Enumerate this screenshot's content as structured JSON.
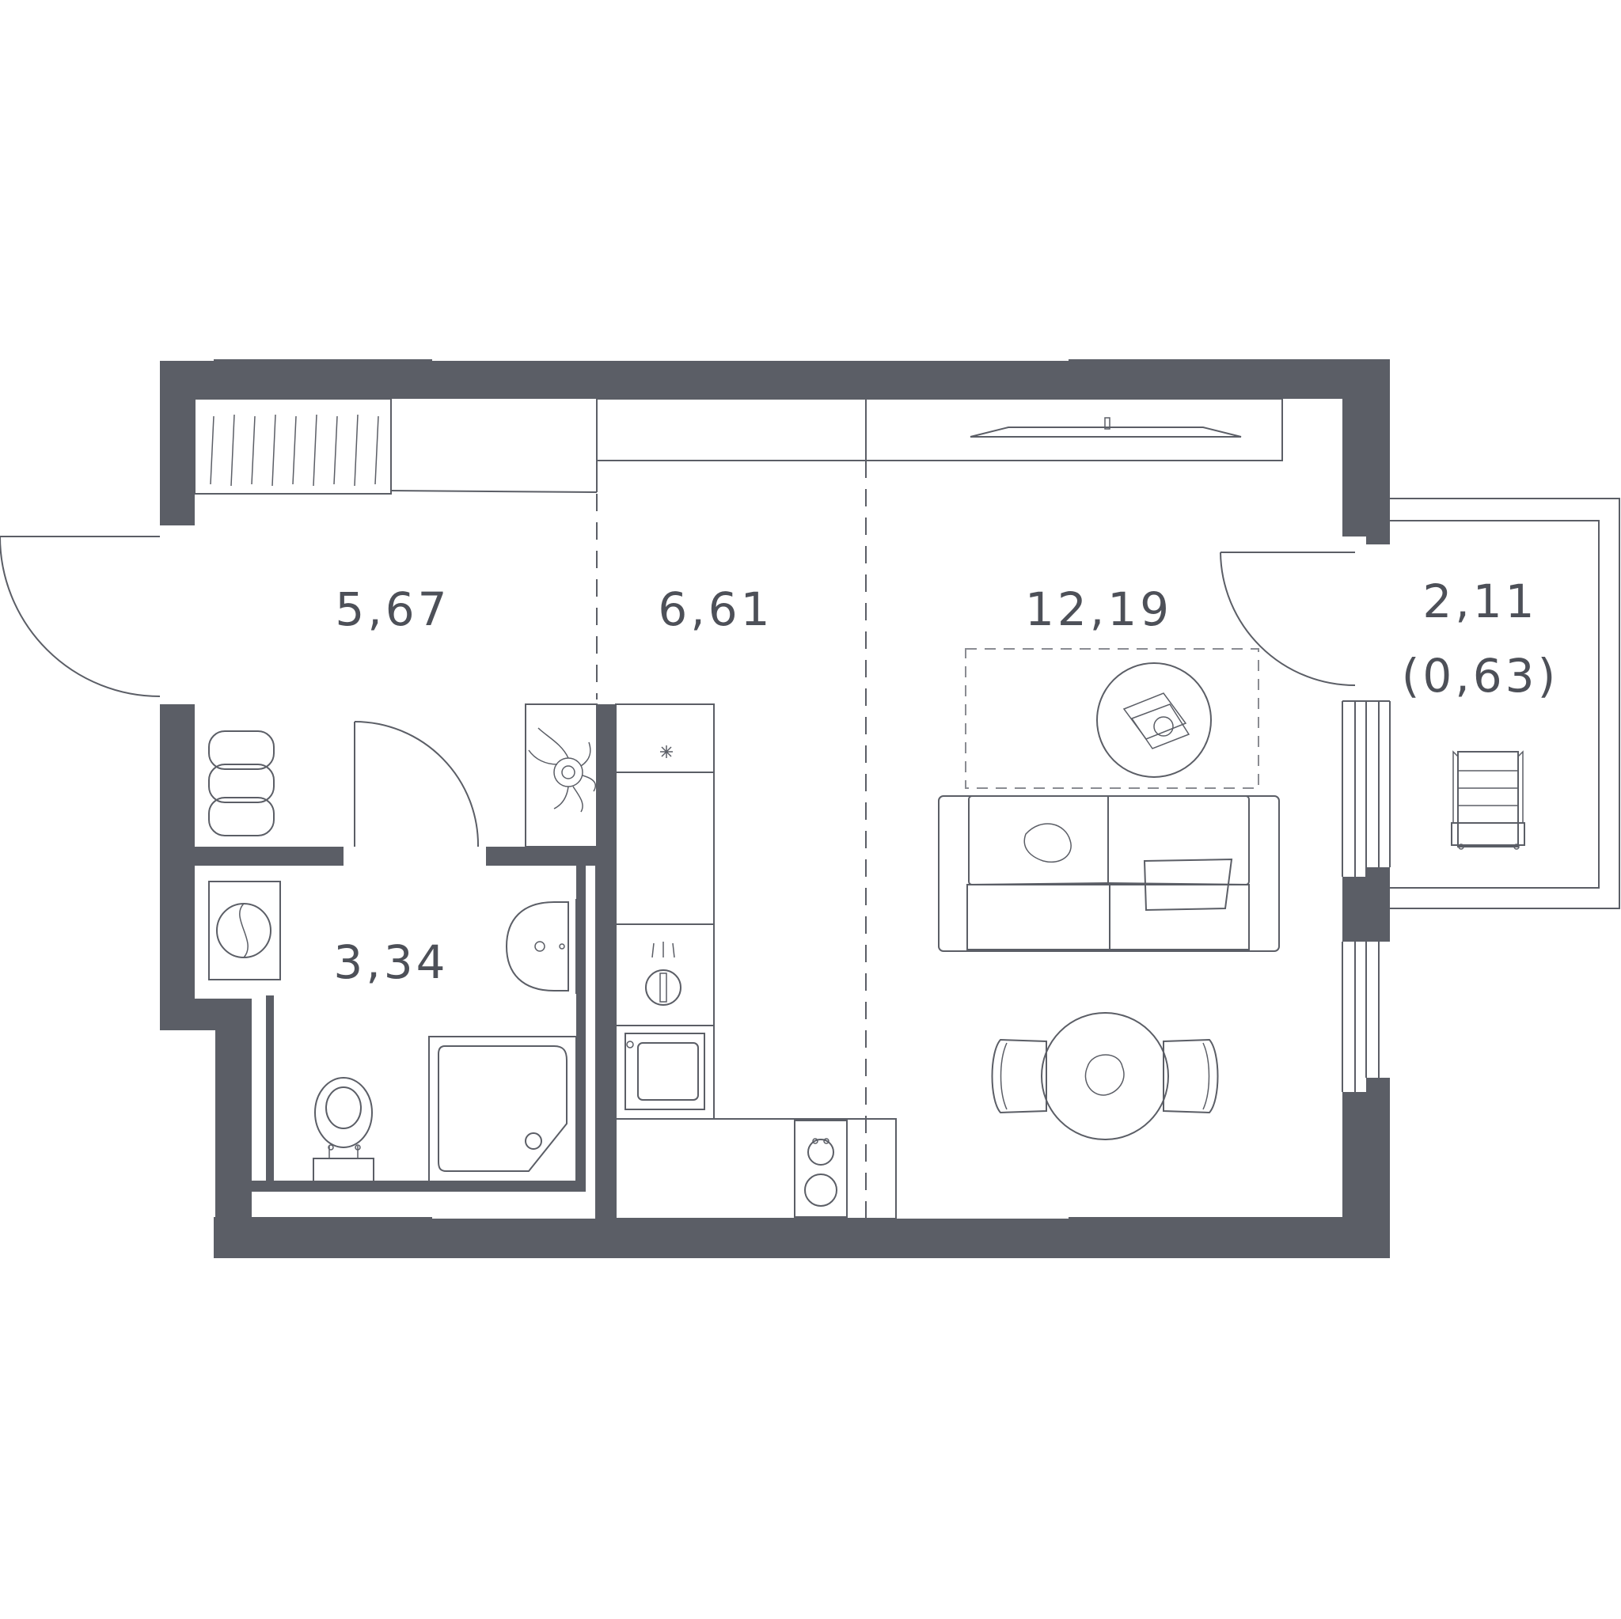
{
  "rooms": {
    "hall": {
      "area": "5,67"
    },
    "kitchen": {
      "area": "6,61"
    },
    "living": {
      "area": "12,19"
    },
    "bathroom": {
      "area": "3,34"
    },
    "balcony": {
      "area": "2,11",
      "reduced_area": "(0,63)"
    }
  },
  "colors": {
    "wall": "#5b5e66",
    "line": "#5b5e66",
    "background": "#ffffff"
  }
}
